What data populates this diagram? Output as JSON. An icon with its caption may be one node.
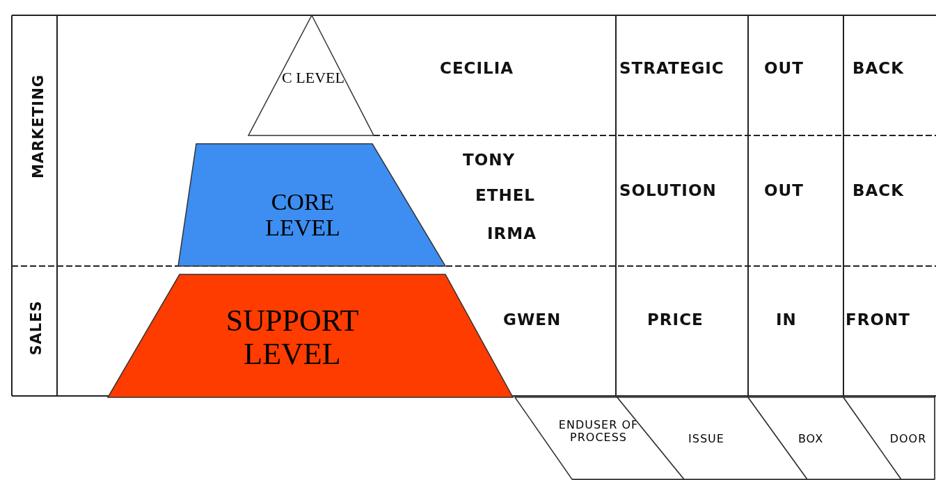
{
  "diagram": {
    "nodes": [
      {
        "text": [
          "C LEVEL"
        ]
      },
      {
        "text": [
          "CORE LEVEL"
        ]
      },
      {
        "text": [
          "SUPPORT LEVEL"
        ]
      },
      {
        "text": [
          "ENDUSER OF PROCESS"
        ]
      },
      {
        "text": [
          "ISSUE"
        ]
      },
      {
        "text": [
          "BOX"
        ]
      },
      {
        "text": [
          "DOOR"
        ]
      }
    ],
    "labels": [
      "MARKETING",
      "CECILIA",
      "STRATEGIC",
      "OUT",
      "BACK",
      "TONY",
      "ETHEL",
      "IRMA",
      "SOLUTION",
      "OUT",
      "BACK",
      "SALES",
      "GWEN",
      "PRICE",
      "IN",
      "FRONT"
    ]
  }
}
